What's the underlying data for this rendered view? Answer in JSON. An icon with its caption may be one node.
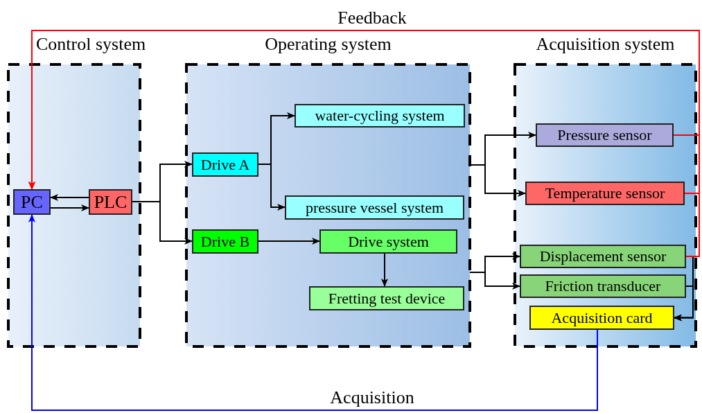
{
  "diagram": {
    "nodes": [
      {
        "text": [
          "Control system"
        ]
      },
      {
        "text": [
          "PC"
        ],
        "in": 0
      },
      {
        "text": [
          "PLC"
        ],
        "in": 0
      },
      {
        "text": [
          "Operating system"
        ]
      },
      {
        "text": [
          "Drive A"
        ],
        "in": 3
      },
      {
        "text": [
          "water-cycling system"
        ],
        "in": 3
      },
      {
        "text": [
          "pressure vessel system"
        ],
        "in": 3
      },
      {
        "text": [
          "Drive B"
        ],
        "in": 3
      },
      {
        "text": [
          "Drive system"
        ],
        "in": 3
      },
      {
        "text": [
          "Fretting test device"
        ],
        "in": 3
      },
      {
        "text": [
          "Acquisition system"
        ]
      },
      {
        "text": [
          "Pressure sensor"
        ],
        "in": 10
      },
      {
        "text": [
          "Temperature sensor"
        ],
        "in": 10
      },
      {
        "text": [
          "Displacement sensor"
        ],
        "in": 10
      },
      {
        "text": [
          "Friction transducer"
        ],
        "in": 10
      },
      {
        "text": [
          "Acquisition card"
        ],
        "in": 10
      }
    ],
    "edges": [
      {
        "from": 2,
        "to": 1,
        "arrow": "to"
      },
      {
        "from": 1,
        "to": 2,
        "arrow": "to"
      },
      {
        "from": 2,
        "to": 4,
        "arrow": "to"
      },
      {
        "from": 2,
        "to": 7,
        "arrow": "to"
      },
      {
        "from": 4,
        "to": 5,
        "arrow": "to"
      },
      {
        "from": 4,
        "to": 6,
        "arrow": "to"
      },
      {
        "from": 7,
        "to": 8,
        "arrow": "to"
      },
      {
        "from": 8,
        "to": 9,
        "arrow": "to"
      },
      {
        "from": 3,
        "to": 11,
        "arrow": "to"
      },
      {
        "from": 3,
        "to": 12,
        "arrow": "to"
      },
      {
        "from": 3,
        "to": 13,
        "arrow": "to"
      },
      {
        "from": 3,
        "to": 14,
        "arrow": "to"
      },
      {
        "from": 13,
        "to": 15,
        "arrow": "to"
      },
      {
        "from": 14,
        "to": 15,
        "arrow": "to"
      },
      {
        "from": 11,
        "to": 1,
        "arrow": "to",
        "label": "Feedback",
        "color": "#ff0000"
      },
      {
        "from": 12,
        "to": 1,
        "arrow": "to",
        "color": "#ff0000"
      },
      {
        "from": 13,
        "to": 1,
        "arrow": "to",
        "color": "#ff0000"
      },
      {
        "from": 15,
        "to": 1,
        "arrow": "to",
        "label": "Acquisition",
        "color": "#0000ff"
      }
    ]
  }
}
